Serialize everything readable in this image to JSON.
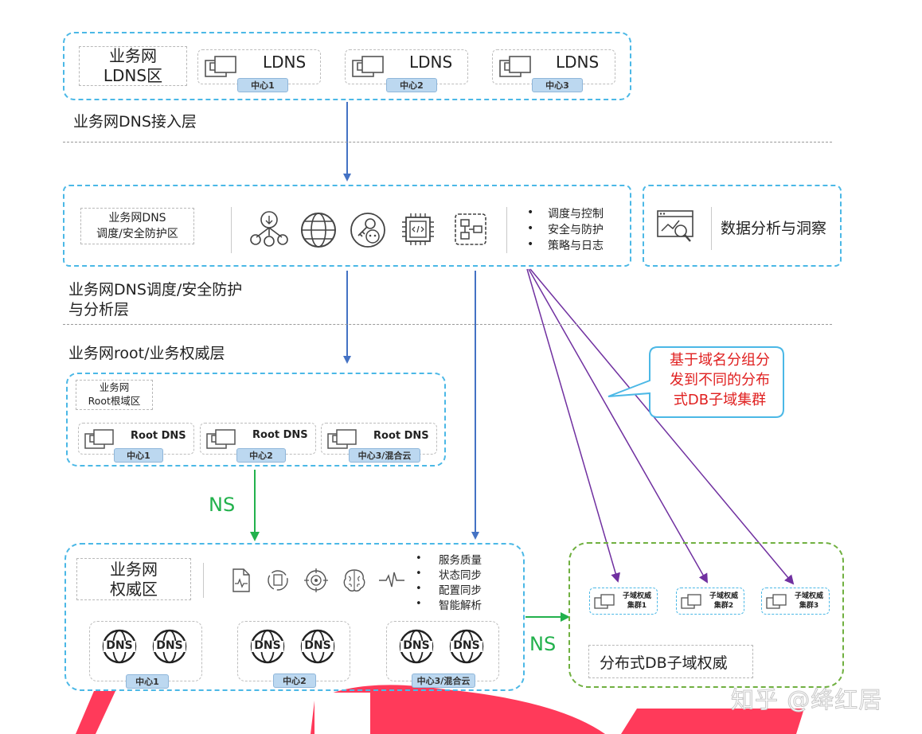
{
  "ldns_zone": {
    "title": "业务网\nLDNS区",
    "nodes": [
      {
        "label": "LDNS",
        "tag": "中心1"
      },
      {
        "label": "LDNS",
        "tag": "中心2"
      },
      {
        "label": "LDNS",
        "tag": "中心3"
      }
    ]
  },
  "access_layer_label": "业务网DNS接入层",
  "sched_zone": {
    "title": "业务网DNS\n调度/安全防护区",
    "bullets": [
      "调度与控制",
      "安全与防护",
      "策略与日志"
    ]
  },
  "analysis_box": {
    "label": "数据分析与洞察"
  },
  "sched_layer_label": "业务网DNS调度/安全防护\n与分析层",
  "root_layer_label": "业务网root/业务权威层",
  "root_zone": {
    "title": "业务网\nRoot根域区",
    "nodes": [
      {
        "label": "Root DNS",
        "tag": "中心1"
      },
      {
        "label": "Root DNS",
        "tag": "中心2"
      },
      {
        "label": "Root DNS",
        "tag": "中心3/混合云"
      }
    ]
  },
  "callout": {
    "text": "基于域名分组分\n发到不同的分布\n式DB子域集群"
  },
  "ns_label_1": "NS",
  "ns_label_2": "NS",
  "auth_zone": {
    "title": "业务网\n权威区",
    "bullets": [
      "服务质量",
      "状态同步",
      "配置同步",
      "智能解析"
    ],
    "dns_text": "DNS",
    "tags": [
      "中心1",
      "中心2",
      "中心3/混合云"
    ]
  },
  "db_zone": {
    "label": "分布式DB子域权威",
    "clusters": [
      "子域权威\n集群1",
      "子域权威\n集群2",
      "子域权威\n集群3"
    ]
  },
  "watermark": "知乎 @绛红居",
  "colors": {
    "dash_blue": "#4bb8e6",
    "arrow_blue": "#4472c4",
    "arrow_green": "#22b14c",
    "arrow_purple": "#7030a0",
    "callout_red": "#e02020",
    "db_green": "#70b040",
    "banner_red": "#ff3a5a"
  }
}
